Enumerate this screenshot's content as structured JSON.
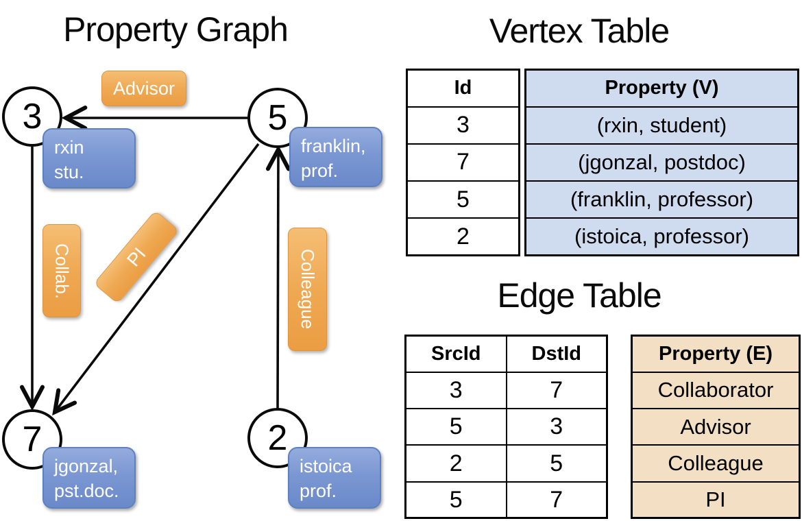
{
  "graph": {
    "title": "Property Graph",
    "nodes": [
      {
        "id": "3",
        "prop_line1": "rxin",
        "prop_line2": "stu."
      },
      {
        "id": "5",
        "prop_line1": "franklin,",
        "prop_line2": "prof."
      },
      {
        "id": "7",
        "prop_line1": "jgonzal,",
        "prop_line2": "pst.doc."
      },
      {
        "id": "2",
        "prop_line1": "istoica",
        "prop_line2": "prof."
      }
    ],
    "edges": [
      {
        "label": "Advisor",
        "src": "5",
        "dst": "3"
      },
      {
        "label": "Collab.",
        "src": "3",
        "dst": "7"
      },
      {
        "label": "PI",
        "src": "5",
        "dst": "7"
      },
      {
        "label": "Colleague",
        "src": "2",
        "dst": "5"
      }
    ]
  },
  "vertex_table": {
    "title": "Vertex Table",
    "headers": {
      "id": "Id",
      "property": "Property (V)"
    },
    "rows": [
      {
        "id": "3",
        "property": "(rxin, student)"
      },
      {
        "id": "7",
        "property": "(jgonzal, postdoc)"
      },
      {
        "id": "5",
        "property": "(franklin, professor)"
      },
      {
        "id": "2",
        "property": "(istoica, professor)"
      }
    ]
  },
  "edge_table": {
    "title": "Edge Table",
    "headers": {
      "src": "SrcId",
      "dst": "DstId",
      "property": "Property (E)"
    },
    "rows": [
      {
        "src": "3",
        "dst": "7",
        "property": "Collaborator"
      },
      {
        "src": "5",
        "dst": "3",
        "property": "Advisor"
      },
      {
        "src": "2",
        "dst": "5",
        "property": "Colleague"
      },
      {
        "src": "5",
        "dst": "7",
        "property": "PI"
      }
    ]
  },
  "colors": {
    "edge_label_orange": "#efa953",
    "property_box_blue": "#7b97d3",
    "vertex_cell_fill": "#cfdcf0",
    "edge_cell_fill": "#f3dfc4",
    "line_black": "#0a0a0a"
  }
}
